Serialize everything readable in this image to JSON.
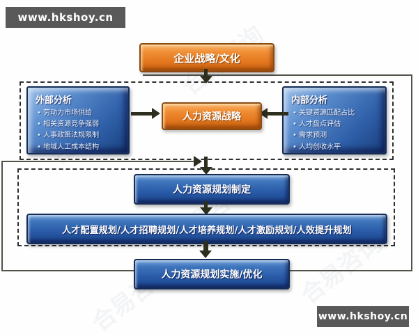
{
  "watermark": {
    "text": "合易咨询"
  },
  "banners": {
    "top_left": "www.hkshoy.cn",
    "bottom_right": "www.hkshoy.cn"
  },
  "colors": {
    "orange_box": "#e2761d",
    "blue_box": "#2a5ba8",
    "banner_bg": "#595959",
    "arrow": "#2e2e1e",
    "dashed_border": "#2e2e2e"
  },
  "diagram": {
    "strategy_label": "企业战略/文化",
    "hr_strategy_label": "人力资源战略",
    "external": {
      "title": "外部分析",
      "items": [
        "劳动力市场供给",
        "相关资源竞争强弱",
        "人事政策法规限制",
        "地域人工成本结构"
      ]
    },
    "internal": {
      "title": "内部分析",
      "items": [
        "关键资源匹配占比",
        "人才盘点评估",
        "需求预测",
        "人均创收水平"
      ]
    },
    "plan_make_label": "人力资源规划制定",
    "plan_detail_label": "人才配置规划/人才招聘规划/人才培养规划/人才激励规划/人效提升规划",
    "plan_impl_label": "人力资源规划实施/优化"
  }
}
